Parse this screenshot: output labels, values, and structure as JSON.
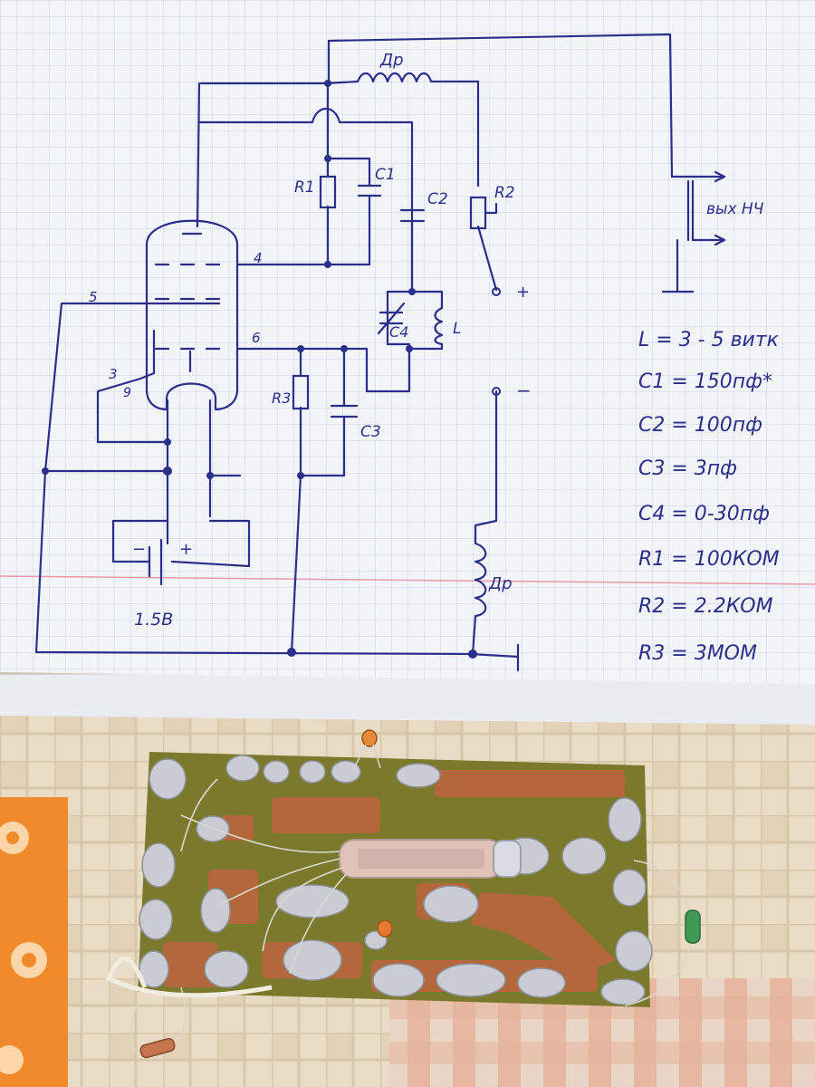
{
  "schematic": {
    "labels": {
      "choke_top": "Др",
      "choke_bottom": "Др",
      "r1": "R1",
      "c1": "C1",
      "c2": "C2",
      "r2": "R2",
      "c3": "C3",
      "c4": "C4",
      "r3": "R3",
      "inductor": "L",
      "output": "вых НЧ",
      "plus": "+",
      "minus": "−",
      "battery": "1.5В",
      "pin3": "3",
      "pin4": "4",
      "pin5": "5",
      "pin6": "6",
      "pin9": "9"
    },
    "values": [
      "L = 3 - 5 витк",
      "C1 = 150пф*",
      "C2 = 100пф",
      "C3 = 3пф",
      "C4 = 0-30пф",
      "R1 = 100КОМ",
      "R2 = 2.2КОМ",
      "R3 = 3МОМ"
    ]
  },
  "colors": {
    "ink": "#2a2f8a",
    "paper": "#f2f4f8",
    "grid": "#c9d3e6",
    "margin_line": "#e89aa6",
    "pcb": "#7b7a2c",
    "copper": "#b8663c",
    "solder": "#c9ccd2",
    "tablecloth": "#e8dcc6",
    "orange_pattern": "#f08a2a"
  },
  "photo": {
    "board": "pcb-board",
    "tube": "subminiature-tube",
    "components": [
      "resistor",
      "resistor",
      "capacitor",
      "capacitor"
    ]
  }
}
